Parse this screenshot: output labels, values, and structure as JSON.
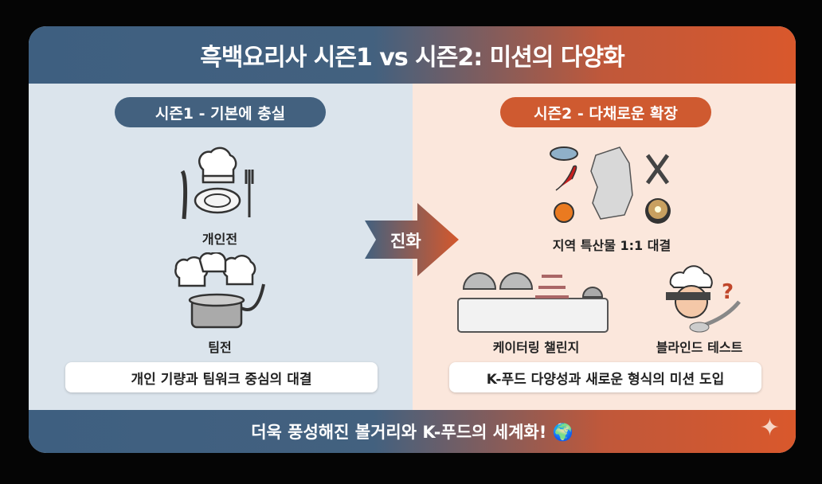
{
  "title": "흑백요리사 시즌1 vs 시즌2: 미션의 다양화",
  "colors": {
    "season1": "#43617f",
    "season2": "#d5582c",
    "left_bg": "#dbe4ec",
    "right_bg": "#fbe7dc"
  },
  "season1": {
    "heading": "시즌1 - 기본에 충실",
    "items": [
      {
        "label": "개인전",
        "icon": "chef-hat-plate-icon"
      },
      {
        "label": "팀전",
        "icon": "chef-hats-pot-icon"
      }
    ],
    "summary": "개인 기량과 팀워크 중심의 대결"
  },
  "arrow": {
    "label": "진화"
  },
  "season2": {
    "heading": "시즌2 - 다채로운 확장",
    "items": [
      {
        "label": "지역 특산물 1:1 대결",
        "icon": "korea-map-ingredients-icon"
      },
      {
        "label": "케이터링 챌린지",
        "icon": "catering-buffet-icon"
      },
      {
        "label": "블라인드 테스트",
        "icon": "blindfolded-chef-icon"
      }
    ],
    "summary": "K-푸드 다양성과 새로운 형식의 미션 도입"
  },
  "footer": {
    "text": "더욱 풍성해진 볼거리와 K-푸드의 세계화! 🌍"
  }
}
